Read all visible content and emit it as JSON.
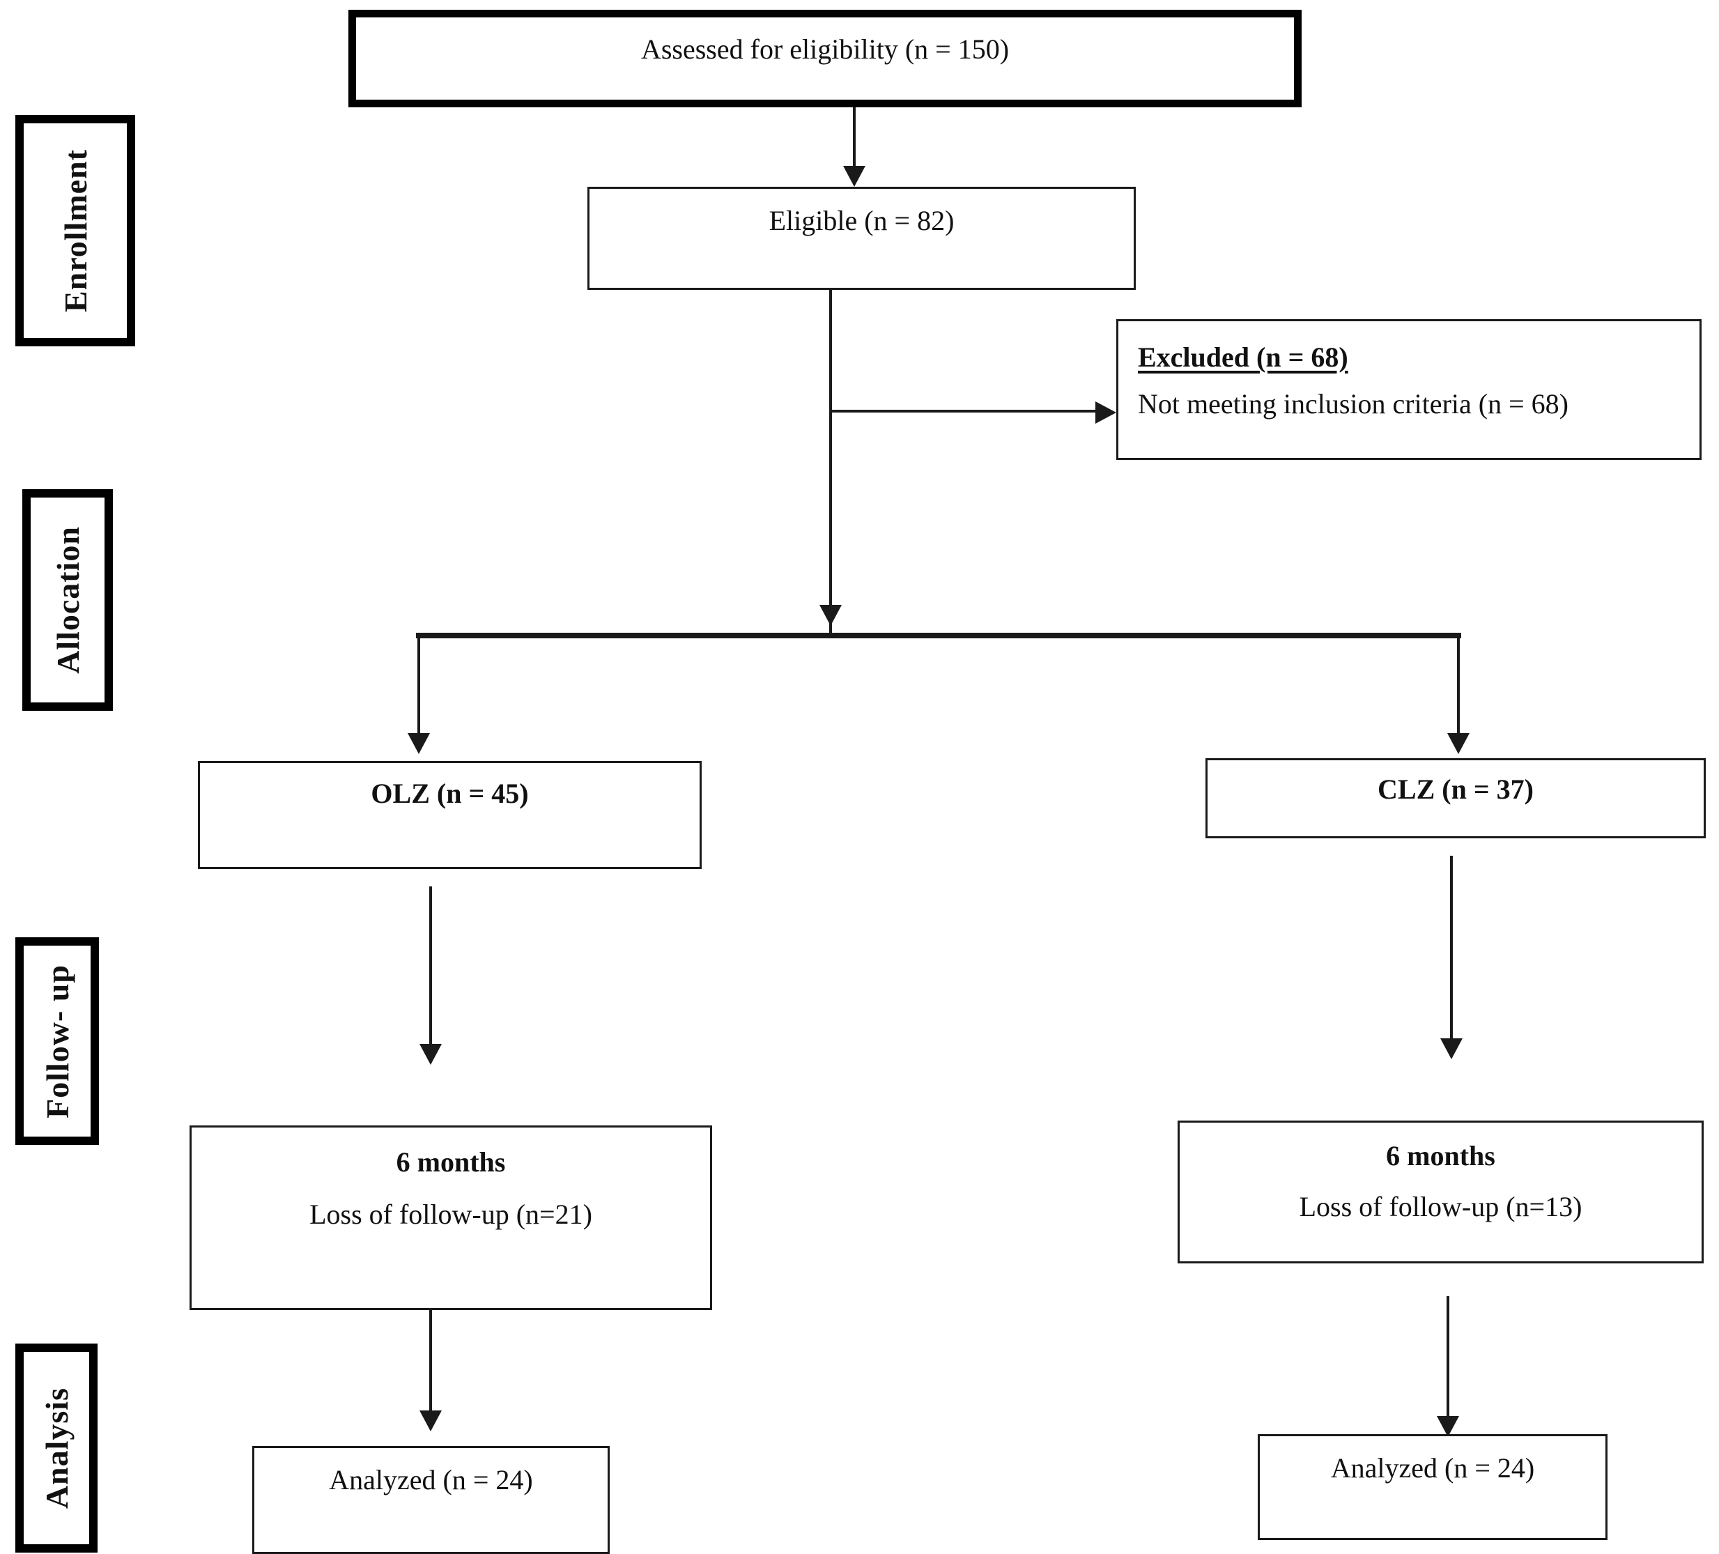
{
  "diagram": {
    "title": "CONSORT participant flow diagram",
    "type": "flowchart",
    "text_color": "#111111",
    "border_color": "#1a1a1a",
    "background": "#ffffff"
  },
  "stages": [
    {
      "id": "enrollment",
      "label": "Enrollment"
    },
    {
      "id": "allocation",
      "label": "Allocation"
    },
    {
      "id": "followup",
      "label": "Follow- up"
    },
    {
      "id": "analysis",
      "label": "Analysis"
    }
  ],
  "nodes": {
    "assessed": {
      "line1": "Assessed for eligibility (n = 150)"
    },
    "eligible": {
      "line1": "Eligible (n = 82)"
    },
    "excluded": {
      "heading": "Excluded (n = 68)",
      "reason": "Not meeting inclusion criteria (n = 68)"
    },
    "olz": {
      "line1": "OLZ (n = 45)"
    },
    "clz": {
      "line1": "CLZ (n = 37)"
    },
    "olz_followup": {
      "line1": "6 months",
      "line2": "Loss of follow-up (n=21)"
    },
    "clz_followup": {
      "line1": "6 months",
      "line2": "Loss of follow-up (n=13)"
    },
    "olz_analyzed": {
      "line1": "Analyzed (n = 24)"
    },
    "clz_analyzed": {
      "line1": "Analyzed (n = 24)"
    }
  },
  "counts": {
    "assessed_for_eligibility": 150,
    "eligible": 82,
    "excluded_total": 68,
    "excluded_not_meeting_inclusion_criteria": 68,
    "olz_allocated": 45,
    "clz_allocated": 37,
    "olz_loss_to_followup": 21,
    "clz_loss_to_followup": 13,
    "olz_analyzed": 24,
    "clz_analyzed": 24,
    "followup_duration": "6 months"
  }
}
